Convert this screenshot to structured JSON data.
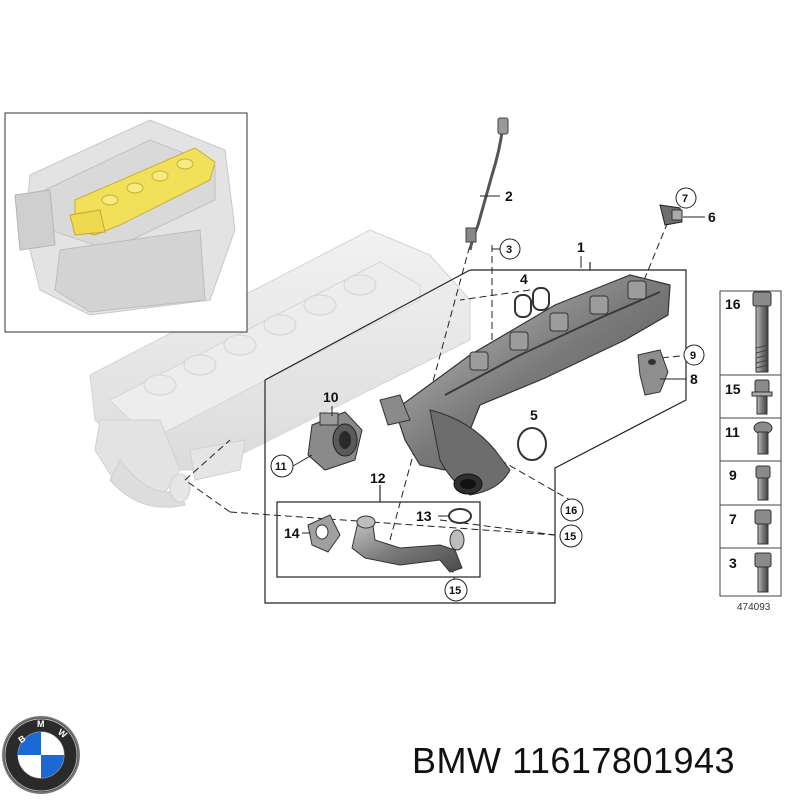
{
  "callouts": {
    "n1": "1",
    "n2": "2",
    "n3": "3",
    "n4": "4",
    "n5": "5",
    "n6": "6",
    "n7": "7",
    "n8": "8",
    "n9": "9",
    "n10": "10",
    "n11": "11",
    "n12": "12",
    "n13": "13",
    "n14": "14",
    "n15a": "15",
    "n15b": "15",
    "n16": "16"
  },
  "legend": {
    "items": [
      "16",
      "15",
      "11",
      "9",
      "7",
      "3"
    ],
    "diagram_number": "474093"
  },
  "footer": {
    "brand": "BMW",
    "part_number": "11617801943",
    "logo_letters": "BMW"
  },
  "colors": {
    "highlight": "#f5e56b",
    "engine_ghost": "#e6e6e6",
    "part_gray": "#7d7d7d",
    "bmw_blue": "#1c69d4"
  }
}
